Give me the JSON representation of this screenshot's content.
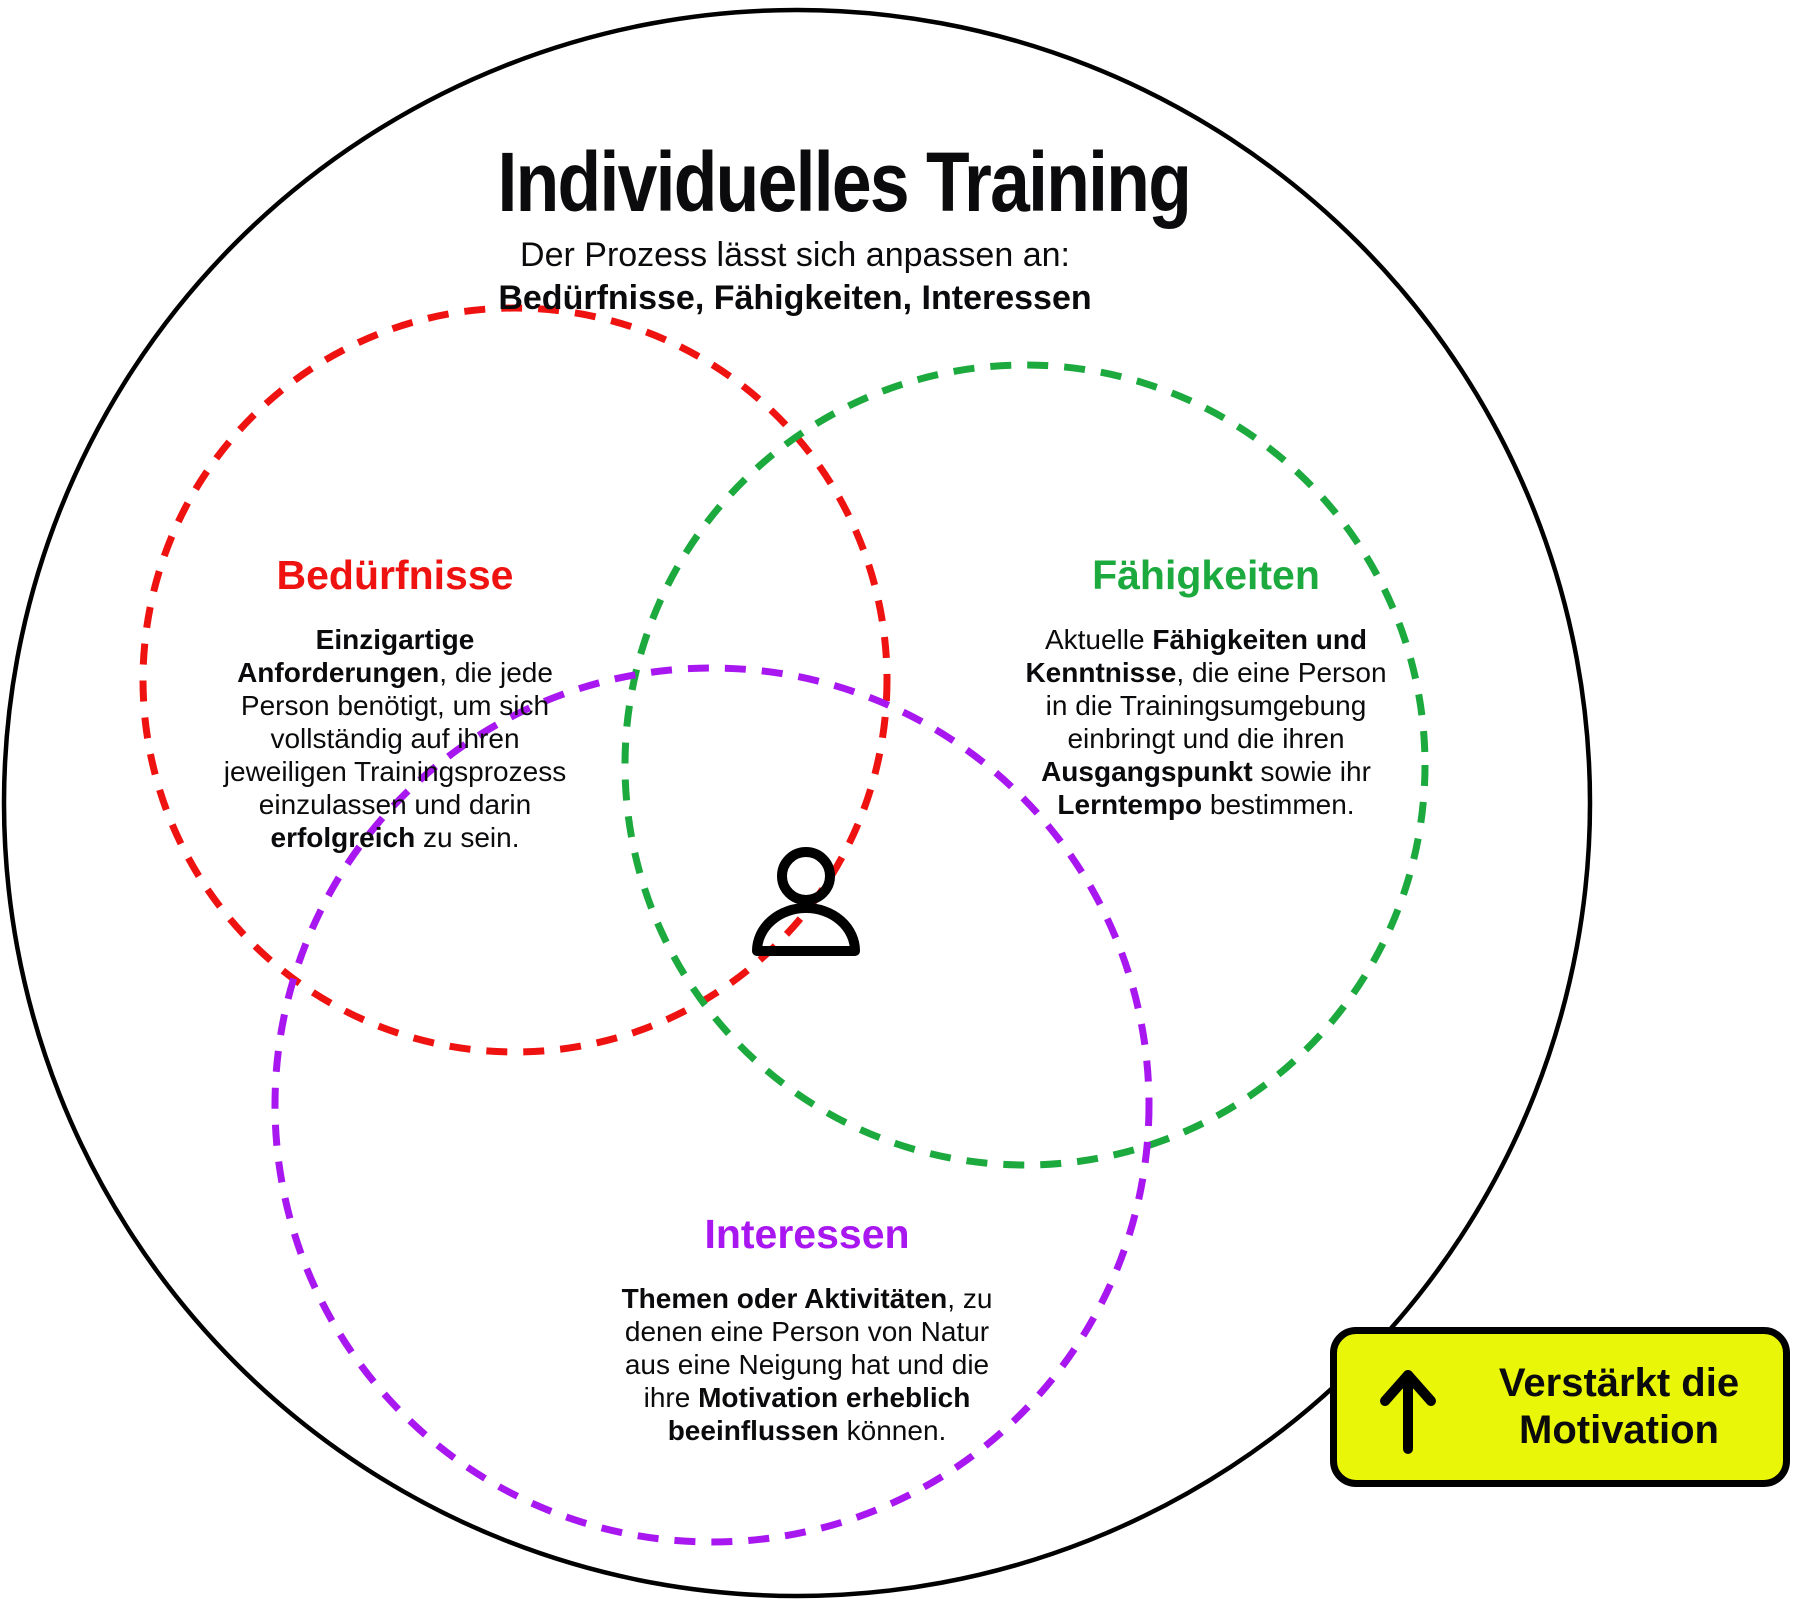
{
  "title": "Individuelles Training",
  "subtitle": "Der Prozess lässt sich anpassen an:",
  "subtitle_bold": "Bedürfnisse, Fähigkeiten, Interessen",
  "colors": {
    "red": "#ee1310",
    "green": "#1ca93e",
    "purple": "#a817f0",
    "yellow": "#eaf607"
  },
  "circles": {
    "needs": {
      "heading": "Bedürfnisse",
      "body_lines": [
        [
          {
            "t": "Einzigartige",
            "b": true
          }
        ],
        [
          {
            "t": "Anforderungen",
            "b": true
          },
          {
            "t": ", die jede",
            "b": false
          }
        ],
        [
          {
            "t": "Person benötigt, um sich",
            "b": false
          }
        ],
        [
          {
            "t": "vollständig auf ihren",
            "b": false
          }
        ],
        [
          {
            "t": "jeweiligen Trainingsprozess",
            "b": false
          }
        ],
        [
          {
            "t": "einzulassen und darin",
            "b": false
          }
        ],
        [
          {
            "t": "erfolgreich",
            "b": true
          },
          {
            "t": " zu sein.",
            "b": false
          }
        ]
      ]
    },
    "skills": {
      "heading": "Fähigkeiten",
      "body_lines": [
        [
          {
            "t": "Aktuelle ",
            "b": false
          },
          {
            "t": "Fähigkeiten und",
            "b": true
          }
        ],
        [
          {
            "t": "Kenntnisse",
            "b": true
          },
          {
            "t": ", die eine Person",
            "b": false
          }
        ],
        [
          {
            "t": "in die Trainingsumgebung",
            "b": false
          }
        ],
        [
          {
            "t": "einbringt und die ihren",
            "b": false
          }
        ],
        [
          {
            "t": "Ausgangspunkt",
            "b": true
          },
          {
            "t": " sowie ihr",
            "b": false
          }
        ],
        [
          {
            "t": "Lerntempo",
            "b": true
          },
          {
            "t": " bestimmen.",
            "b": false
          }
        ]
      ]
    },
    "interests": {
      "heading": "Interessen",
      "body_lines": [
        [
          {
            "t": "Themen oder Aktivitäten",
            "b": true
          },
          {
            "t": ", zu",
            "b": false
          }
        ],
        [
          {
            "t": "denen eine Person von Natur",
            "b": false
          }
        ],
        [
          {
            "t": "aus eine Neigung hat und die",
            "b": false
          }
        ],
        [
          {
            "t": "ihre ",
            "b": false
          },
          {
            "t": "Motivation erheblich",
            "b": true
          }
        ],
        [
          {
            "t": "beeinflussen",
            "b": true
          },
          {
            "t": " können.",
            "b": false
          }
        ]
      ]
    }
  },
  "badge": {
    "icon": "arrow-up-icon",
    "lines": [
      [
        {
          "t": "Verstärkt die",
          "b": true
        }
      ],
      [
        {
          "t": "Motivation",
          "b": true
        }
      ]
    ]
  },
  "center_icon": "person-icon"
}
